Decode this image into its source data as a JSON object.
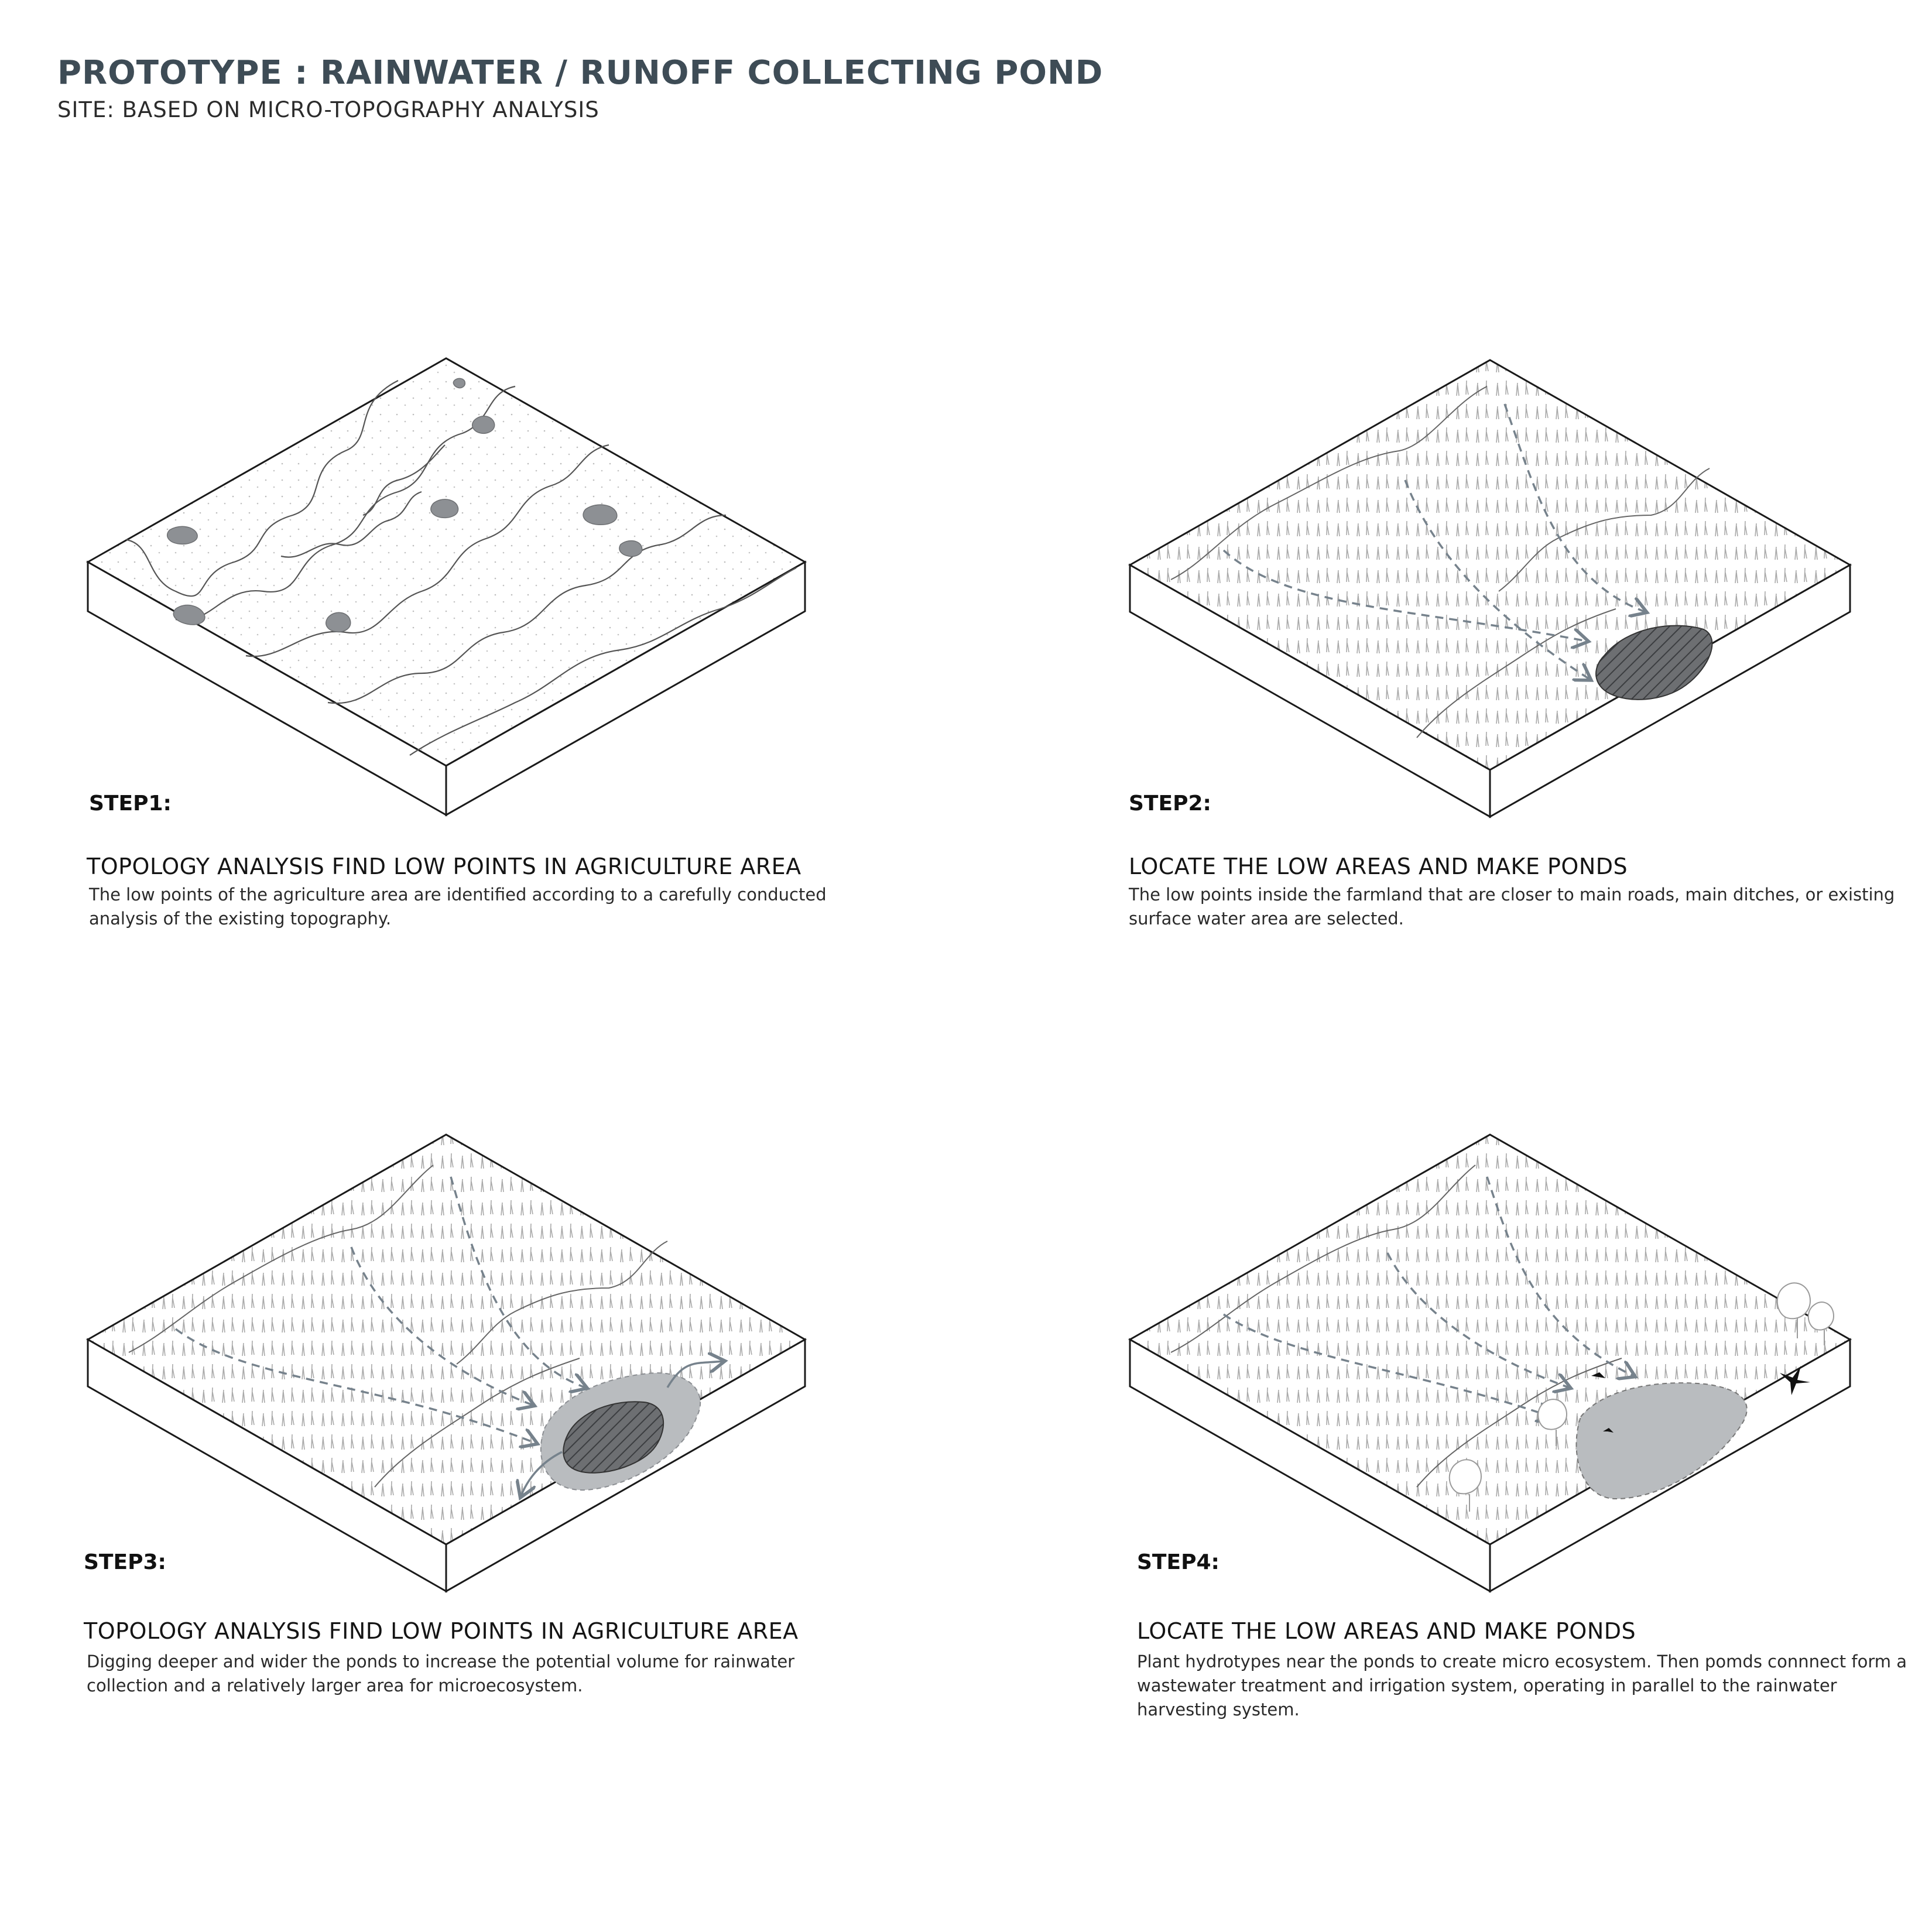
{
  "header": {
    "title": "PROTOTYPE : RAINWATER / RUNOFF COLLECTING POND",
    "subtitle": "SITE: BASED ON MICRO-TOPOGRAPHY ANALYSIS"
  },
  "steps": [
    {
      "label": "STEP1:",
      "heading": "TOPOLOGY ANALYSIS FIND LOW POINTS IN AGRICULTURE AREA",
      "description": "The low points of the agriculture area are identified according to a carefully conducted analysis of the existing topography."
    },
    {
      "label": "STEP2:",
      "heading": "LOCATE THE LOW AREAS AND MAKE PONDS",
      "description": "The low points inside the farmland that are closer to main roads, main ditches, or existing surface water area are selected."
    },
    {
      "label": "STEP3:",
      "heading": "TOPOLOGY ANALYSIS FIND LOW POINTS IN AGRICULTURE AREA",
      "description": "Digging deeper and wider the ponds to increase the potential volume for rainwater collection and a relatively larger area for microecosystem."
    },
    {
      "label": "STEP4:",
      "heading": "LOCATE THE LOW AREAS AND MAKE PONDS",
      "description": "Plant hydrotypes near the ponds to create micro ecosystem. Then pomds connnect form a wastewater treatment and irrigation system, operating in parallel to the rainwater harvesting system."
    }
  ],
  "colors": {
    "title": "#3e4c56",
    "outline": "#1a1a1a",
    "water_dark": "#6d6f72",
    "water_light": "#b9bcbf",
    "flow_arrow": "#76828c"
  }
}
